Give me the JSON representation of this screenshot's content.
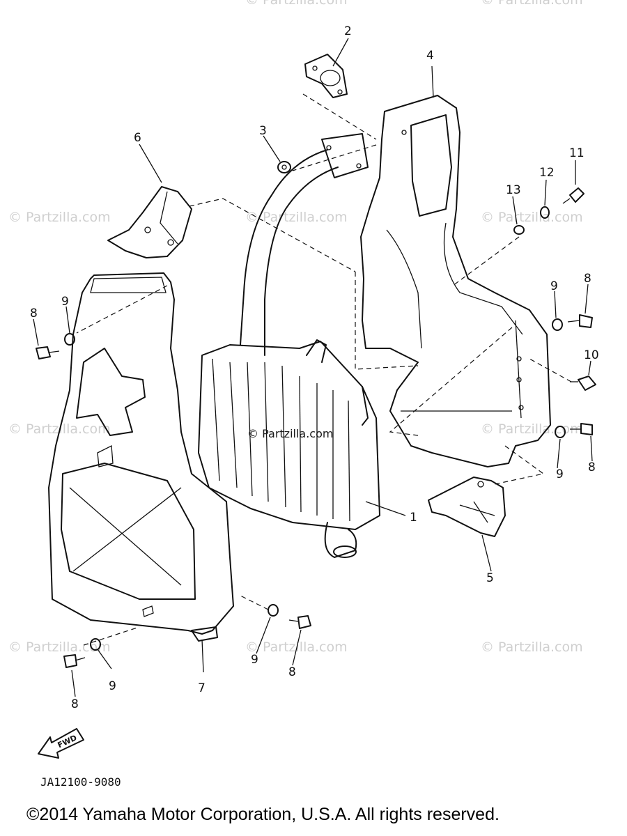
{
  "watermark": "© Partzilla.com",
  "center_watermark": "© Partzilla.com",
  "callouts": {
    "c1": "1",
    "c2": "2",
    "c3": "3",
    "c4": "4",
    "c5": "5",
    "c6": "6",
    "c7": "7",
    "c8a": "8",
    "c8b": "8",
    "c8c": "8",
    "c8d": "8",
    "c8e": "8",
    "c9a": "9",
    "c9b": "9",
    "c9c": "9",
    "c9d": "9",
    "c9e": "9",
    "c10": "10",
    "c11": "11",
    "c12": "12",
    "c13": "13"
  },
  "fwd_label": "FWD",
  "diagram_code": "JA12100-9080",
  "copyright": "©2014  Yamaha Motor Corporation, U.S.A. All rights reserved."
}
